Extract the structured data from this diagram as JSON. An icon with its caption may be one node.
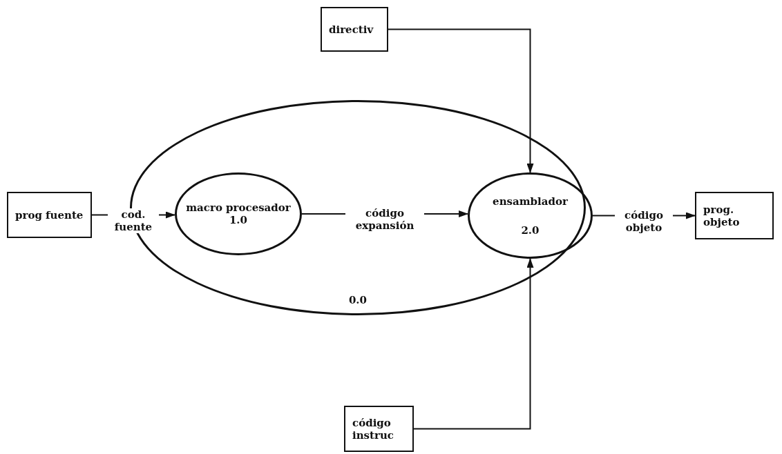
{
  "diagram": {
    "nodes": [
      {
        "text": [
          "prog fuente"
        ]
      },
      {
        "text": [
          "0.0"
        ]
      },
      {
        "text": [
          "macro procesador",
          "1.0"
        ],
        "in": 1
      },
      {
        "text": [
          "ensamblador",
          "2.0"
        ],
        "in": 1
      },
      {
        "text": [
          "prog. objeto"
        ]
      },
      {
        "text": [
          "directiv"
        ]
      },
      {
        "text": [
          "código instruc"
        ]
      }
    ],
    "edges": [
      {
        "from": 0,
        "to": 2,
        "arrow": "to",
        "label": "cod. fuente"
      },
      {
        "from": 2,
        "to": 3,
        "arrow": "to",
        "label": "código expansión"
      },
      {
        "from": 3,
        "to": 4,
        "arrow": "to",
        "label": "código objeto"
      },
      {
        "from": 5,
        "to": 3,
        "arrow": "to"
      },
      {
        "from": 6,
        "to": 3,
        "arrow": "to"
      }
    ]
  }
}
